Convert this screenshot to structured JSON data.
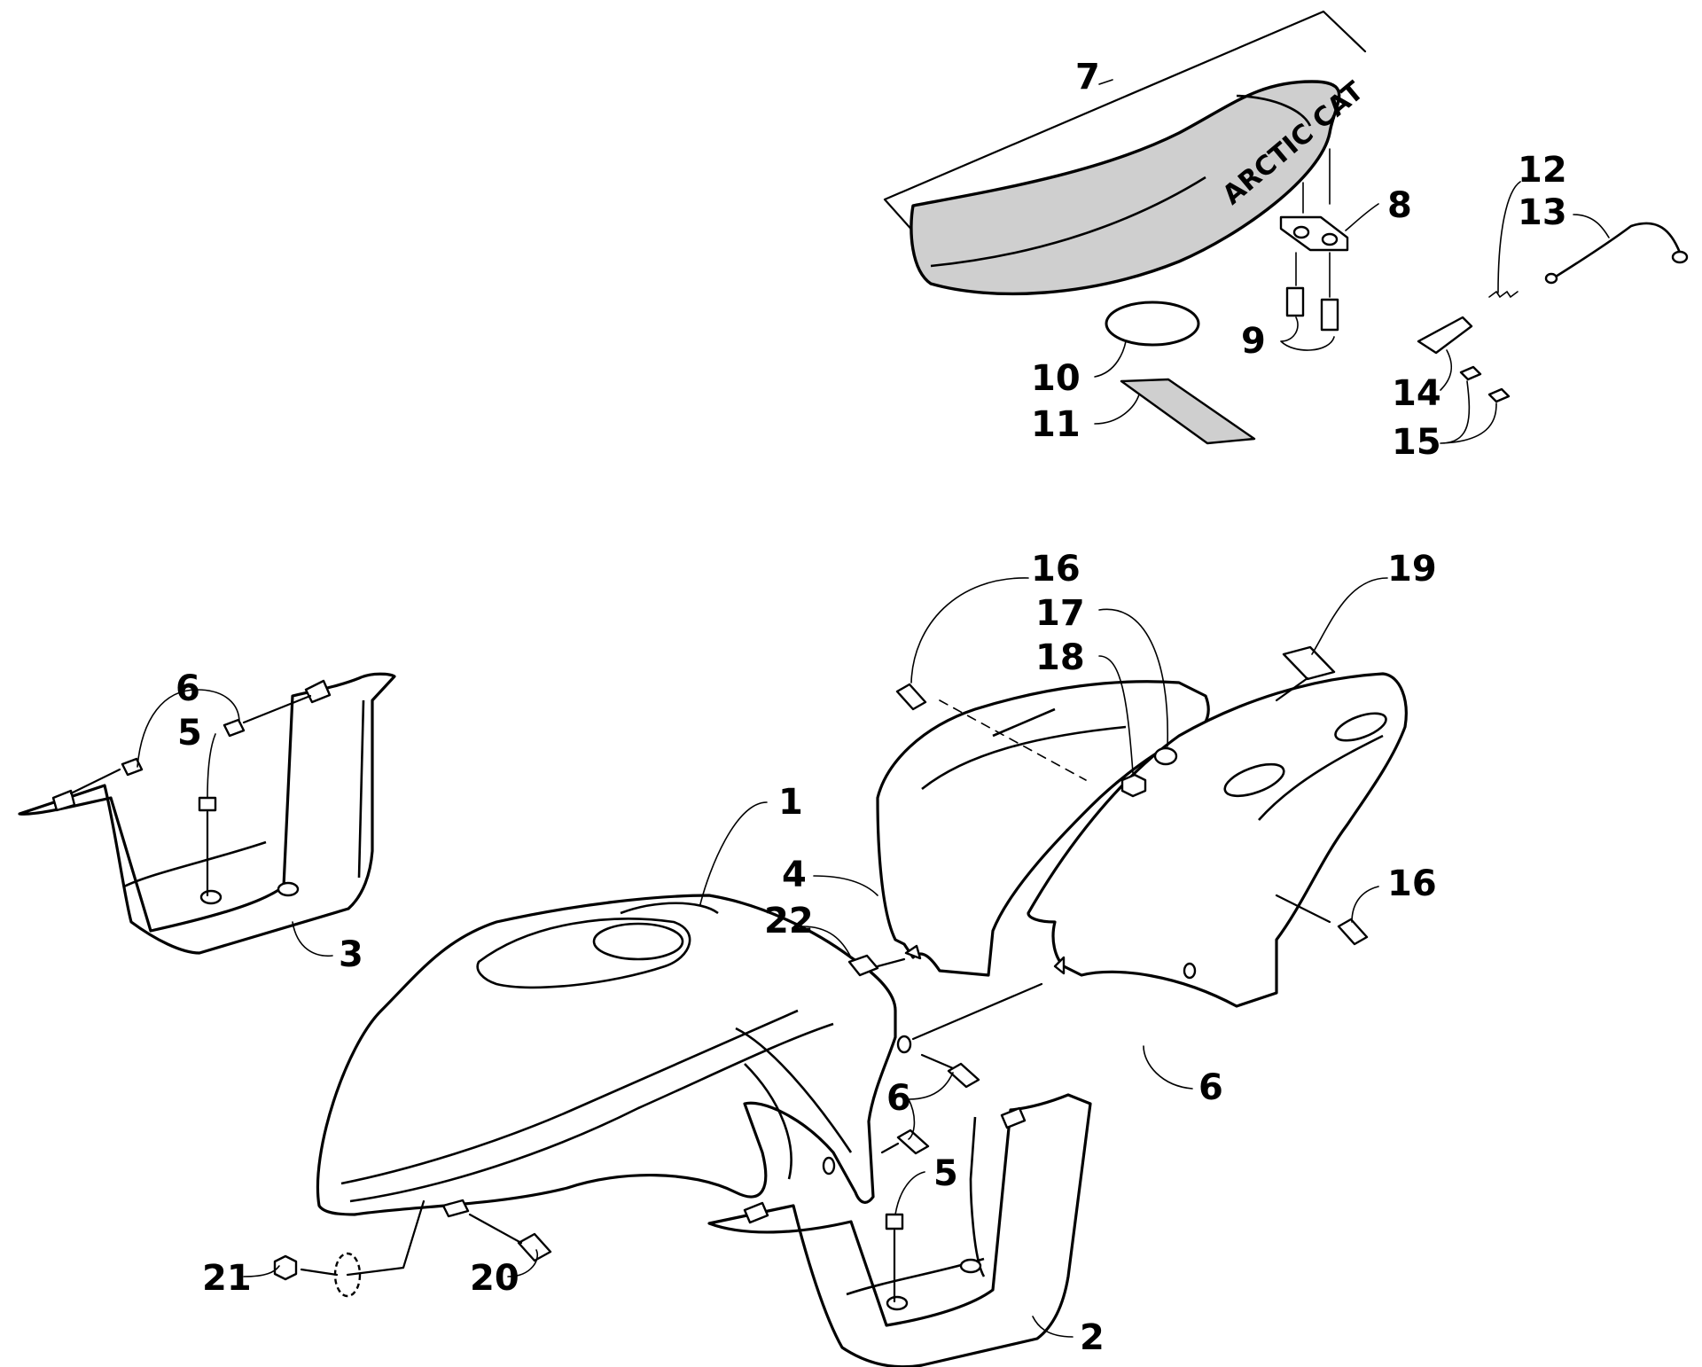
{
  "seat_brand_text": "ARCTIC CAT",
  "callouts": [
    {
      "id": "c1",
      "text": "1"
    },
    {
      "id": "c2",
      "text": "2"
    },
    {
      "id": "c3",
      "text": "3"
    },
    {
      "id": "c4",
      "text": "4"
    },
    {
      "id": "c5a",
      "text": "5"
    },
    {
      "id": "c5b",
      "text": "5"
    },
    {
      "id": "c6a",
      "text": "6"
    },
    {
      "id": "c6b",
      "text": "6"
    },
    {
      "id": "c6c",
      "text": "6"
    },
    {
      "id": "c7",
      "text": "7"
    },
    {
      "id": "c8",
      "text": "8"
    },
    {
      "id": "c9",
      "text": "9"
    },
    {
      "id": "c10",
      "text": "10"
    },
    {
      "id": "c11",
      "text": "11"
    },
    {
      "id": "c12",
      "text": "12"
    },
    {
      "id": "c13",
      "text": "13"
    },
    {
      "id": "c14",
      "text": "14"
    },
    {
      "id": "c15",
      "text": "15"
    },
    {
      "id": "c16a",
      "text": "16"
    },
    {
      "id": "c16b",
      "text": "16"
    },
    {
      "id": "c17",
      "text": "17"
    },
    {
      "id": "c18",
      "text": "18"
    },
    {
      "id": "c19",
      "text": "19"
    },
    {
      "id": "c20",
      "text": "20"
    },
    {
      "id": "c21",
      "text": "21"
    },
    {
      "id": "c22",
      "text": "22"
    }
  ]
}
